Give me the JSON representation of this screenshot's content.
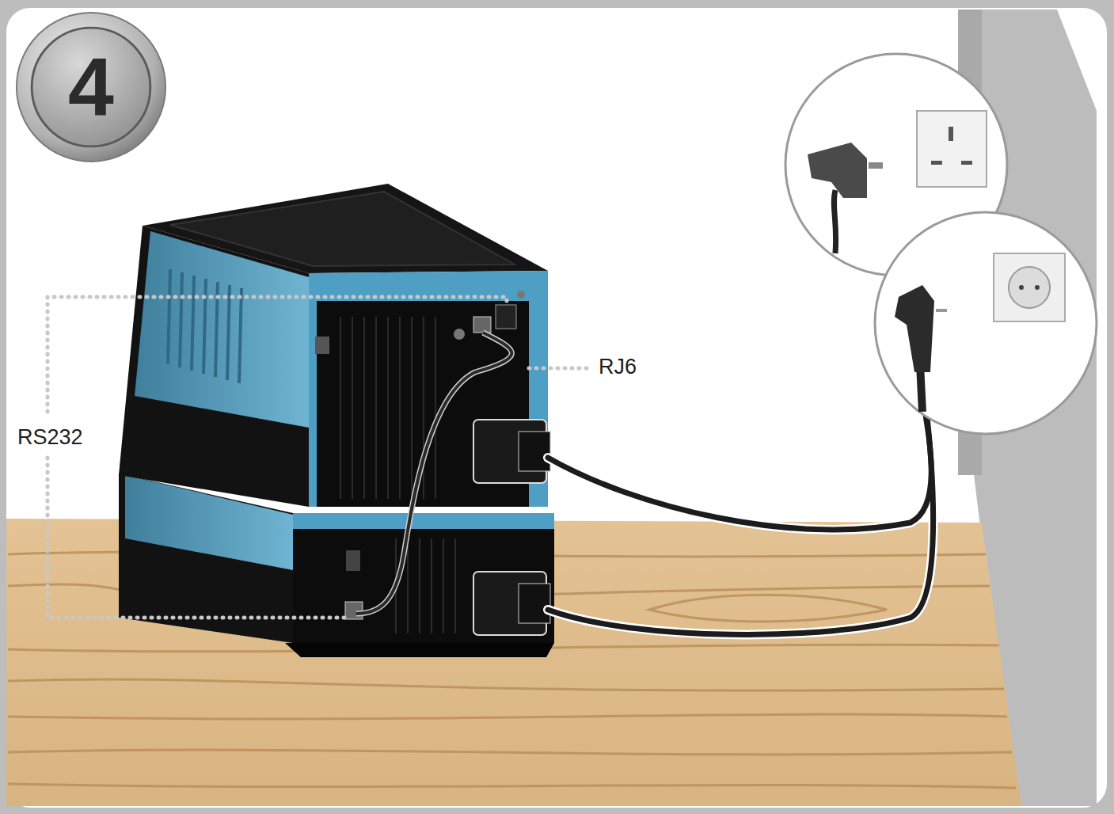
{
  "diagram": {
    "nodes": [
      {
        "text": [
          "4"
        ]
      }
    ],
    "labels": [
      "RS232",
      "RJ6"
    ]
  }
}
